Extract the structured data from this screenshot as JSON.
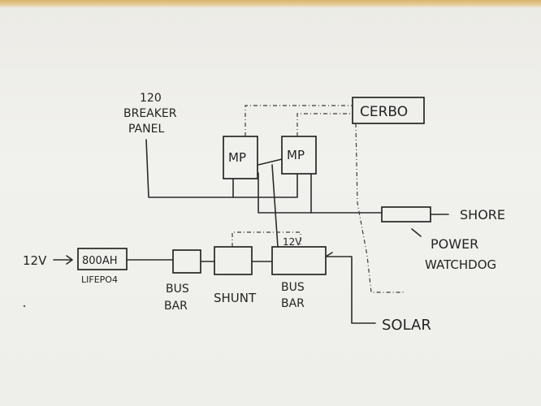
{
  "labels": {
    "breaker_line1": "120",
    "breaker_line2": "BREAKER",
    "breaker_line3": "PANEL",
    "mp_left": "MP",
    "mp_right": "MP",
    "cerbo": "CERBO",
    "shore": "SHORE",
    "power": "POWER",
    "watchdog": "WATCHDOG",
    "input_12v": "12V",
    "battery": "800AH",
    "lifepo": "LIFEPO4",
    "bus_bar_left_1": "BUS",
    "bus_bar_left_2": "BAR",
    "shunt": "SHUNT",
    "bus_bar_right_1": "BUS",
    "bus_bar_right_2": "BAR",
    "busbar_12v": "12V",
    "solar": "SOLAR"
  }
}
